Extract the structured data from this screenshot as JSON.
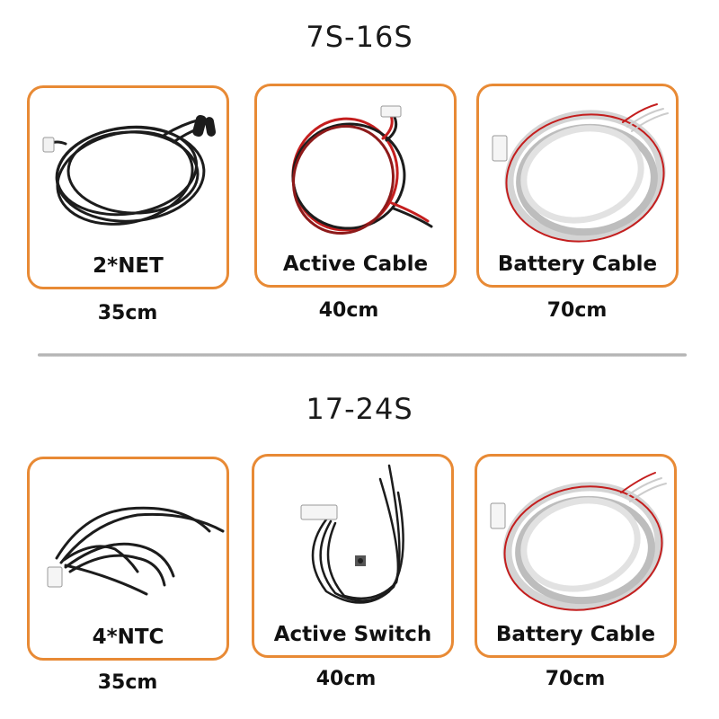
{
  "sections": [
    {
      "title": "7S-16S",
      "items": [
        {
          "label": "2*NET",
          "length": "35cm"
        },
        {
          "label": "Active Cable",
          "length": "40cm"
        },
        {
          "label": "Battery Cable",
          "length": "70cm"
        }
      ]
    },
    {
      "title": "17-24S",
      "items": [
        {
          "label": "4*NTC",
          "length": "35cm"
        },
        {
          "label": "Active Switch",
          "length": "40cm"
        },
        {
          "label": "Battery Cable",
          "length": "70cm"
        }
      ]
    }
  ],
  "colors": {
    "accent_border": "#e88a35",
    "text": "#111111",
    "wire_black": "#1c1c1c",
    "wire_red": "#c41e1e",
    "wire_grey": "#d4d4d4"
  },
  "icons": [
    "black-sensor-wire-bundle",
    "red-black-cable",
    "grey-ribbon-cable-bundle",
    "ntc-sensor-wire-bundle",
    "switch-cable",
    "grey-ribbon-cable-bundle"
  ]
}
